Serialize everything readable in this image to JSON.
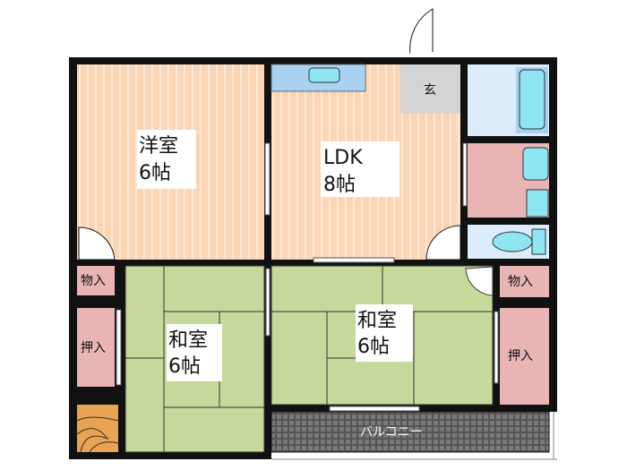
{
  "rooms": {
    "western": {
      "name": "洋室",
      "size": "6帖"
    },
    "ldk": {
      "name": "LDK",
      "size": "8帖"
    },
    "entrance": {
      "name": "玄"
    },
    "japanese_left": {
      "name": "和室",
      "size": "6帖"
    },
    "japanese_right": {
      "name": "和室",
      "size": "6帖"
    },
    "storage_left": {
      "name": "物入"
    },
    "closet_left": {
      "name": "押入"
    },
    "storage_right": {
      "name": "物入"
    },
    "closet_right": {
      "name": "押入"
    },
    "balcony": {
      "name": "バルコニー"
    }
  },
  "colors": {
    "flooring": "#fcd5b4",
    "tatami": "#c5d99b",
    "storage": "#e8b4b4",
    "water": "#dcecfa",
    "entrance": "#d4d4d4",
    "wall": "#111111"
  }
}
